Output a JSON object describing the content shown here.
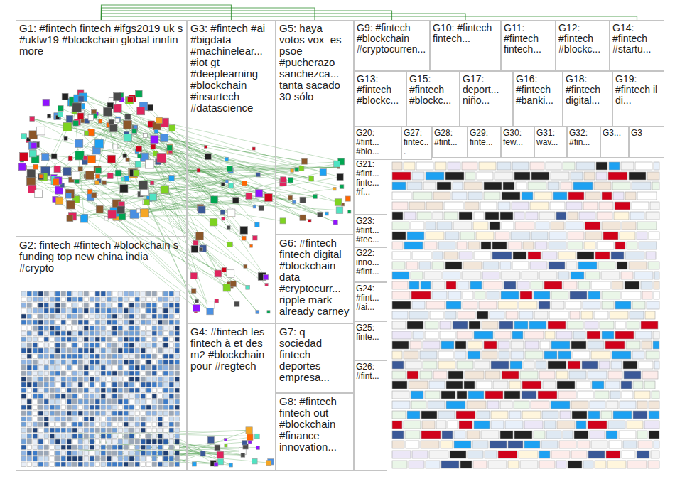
{
  "diagram": {
    "nodes": [
      {
        "text": [
          "G1: #fintech fintech #ifgs2019 uk s #ukfw19 #blockchain global innfin more"
        ]
      },
      {
        "text": [
          "G2: fintech #fintech #blockchain s funding top new china india #crypto"
        ]
      },
      {
        "text": [
          "G3: #fintech #ai #bigdata #machinelear... #iot gt #deeplearning #blockchain #insurtech #datascience"
        ]
      },
      {
        "text": [
          "G4: #fintech les fintech à et des m2 #blockchain pour #regtech"
        ]
      },
      {
        "text": [
          "G5: haya votos vox_es psoe #pucherazo sanchezca... tanta sacado 30 sólo"
        ]
      },
      {
        "text": [
          "G6: #fintech fintech digital #blockchain data #cryptocurr... ripple mark already carney"
        ]
      },
      {
        "text": [
          "G7: q sociedad fintech deportes empresa..."
        ]
      },
      {
        "text": [
          "G8: #fintech fintech out #blockchain #finance innovation..."
        ]
      },
      {
        "text": [
          "G9: #fintech #blockchain #cryptocurren..."
        ]
      },
      {
        "text": [
          "G10: #fintech fintech..."
        ]
      },
      {
        "text": [
          "G11: #fintech fintech..."
        ]
      },
      {
        "text": [
          "G12: #fintech #blockc..."
        ]
      },
      {
        "text": [
          "G14: #fintech #startu..."
        ]
      },
      {
        "text": [
          "G13: #fintech #blockc..."
        ]
      },
      {
        "text": [
          "G15: #fintech #blockc..."
        ]
      },
      {
        "text": [
          "G17: deport... niño..."
        ]
      },
      {
        "text": [
          "G16: #fintech #banki..."
        ]
      },
      {
        "text": [
          "G18: #fintech digital..."
        ]
      },
      {
        "text": [
          "G19: #fintech il di..."
        ]
      },
      {
        "text": [
          "G20: #fint... #blo..."
        ]
      },
      {
        "text": [
          "G27: fintec..."
        ]
      },
      {
        "text": [
          "G28: #fint..."
        ]
      },
      {
        "text": [
          "G29: finte..."
        ]
      },
      {
        "text": [
          "G30: few..."
        ]
      },
      {
        "text": [
          "G31: wav..."
        ]
      },
      {
        "text": [
          "G32: #fin..."
        ]
      },
      {
        "text": [
          "G3..."
        ]
      },
      {
        "text": [
          "G3"
        ]
      },
      {
        "text": [
          "G21: #fint... finte... #f..."
        ]
      },
      {
        "text": [
          "G23: #fint... #tec..."
        ]
      },
      {
        "text": [
          "G22: inno... #fint..."
        ]
      },
      {
        "text": [
          "G24: #fint... #ai..."
        ]
      },
      {
        "text": [
          "G25: finte..."
        ]
      },
      {
        "text": [
          "G26: #fint..."
        ]
      }
    ],
    "edges": [
      {
        "from": 0,
        "to": 2,
        "arrow": "none"
      },
      {
        "from": 0,
        "to": 4,
        "arrow": "none"
      },
      {
        "from": 0,
        "to": 8,
        "arrow": "none"
      },
      {
        "from": 0,
        "to": 9,
        "arrow": "none"
      },
      {
        "from": 0,
        "to": 12,
        "arrow": "none"
      }
    ]
  }
}
